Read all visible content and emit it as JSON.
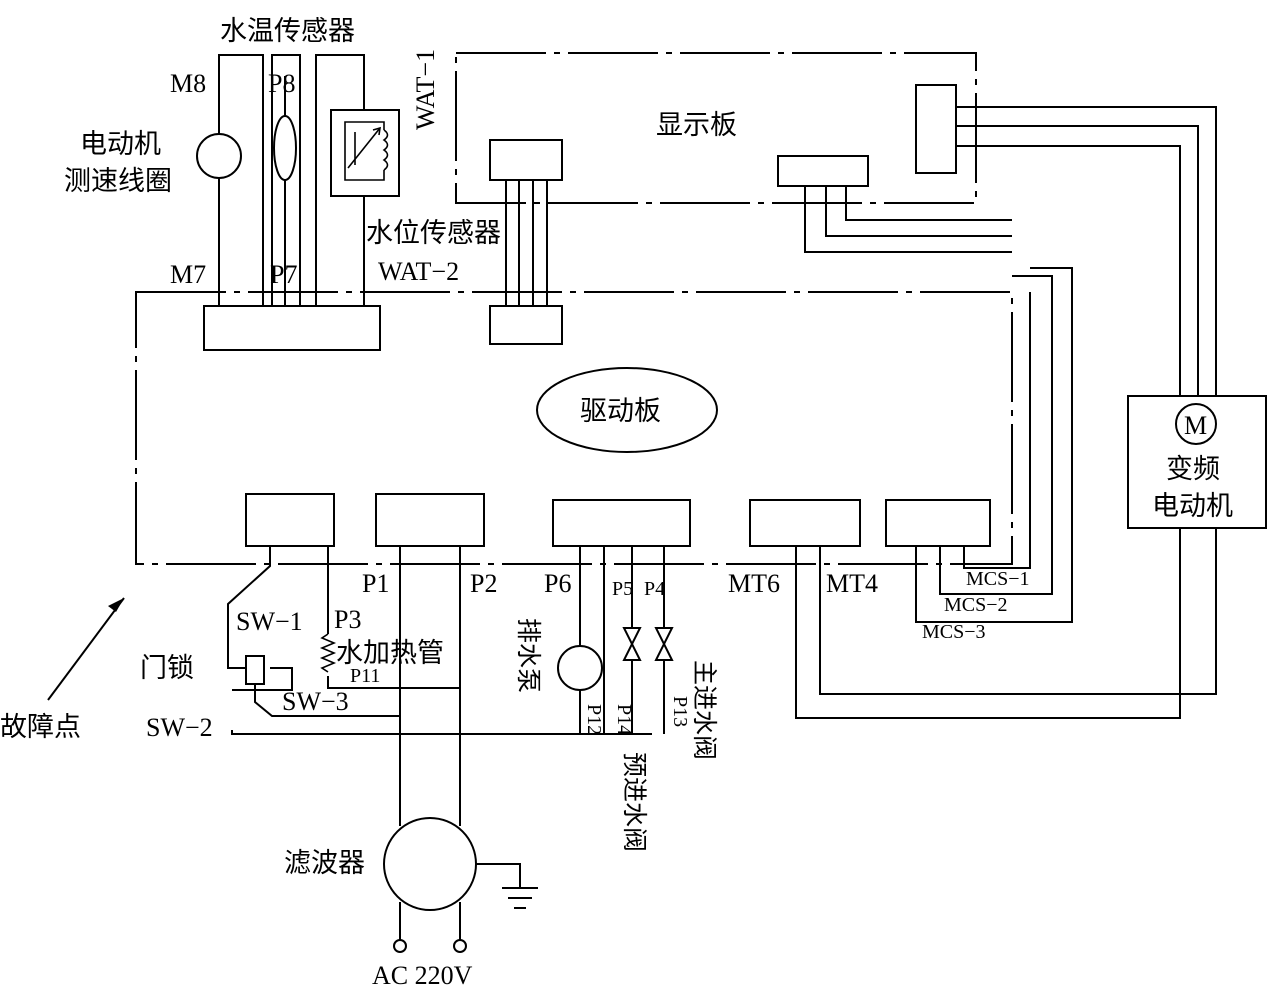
{
  "labels": {
    "water_temp_sensor": "水温传感器",
    "wat1": "WAT−1",
    "display_board": "显示板",
    "motor_speed_coil_line1": "电动机",
    "motor_speed_coil_line2": "测速线圈",
    "m8": "M8",
    "p8": "P8",
    "m7": "M7",
    "p7": "P7",
    "water_level_sensor": "水位传感器",
    "wat2": "WAT−2",
    "drive_board": "驱动板",
    "motor_symbol": "M",
    "inverter_motor_line1": "变频",
    "inverter_motor_line2": "电动机",
    "p1": "P1",
    "p2": "P2",
    "p6": "P6",
    "p5": "P5",
    "p4": "P4",
    "mt6": "MT6",
    "mt4": "MT4",
    "mcs1": "MCS−1",
    "mcs2": "MCS−2",
    "mcs3": "MCS−3",
    "sw1": "SW−1",
    "p3": "P3",
    "heater": "水加热管",
    "p11": "P11",
    "door_lock": "门锁",
    "sw3": "SW−3",
    "sw2": "SW−2",
    "fault_point": "故障点",
    "drain_pump": "排水泵",
    "p12": "P12",
    "p14": "P14",
    "p13": "P13",
    "main_inlet_valve": "主进水阀",
    "pre_inlet_valve": "预进水阀",
    "filter": "滤波器",
    "ac": "AC 220V"
  }
}
